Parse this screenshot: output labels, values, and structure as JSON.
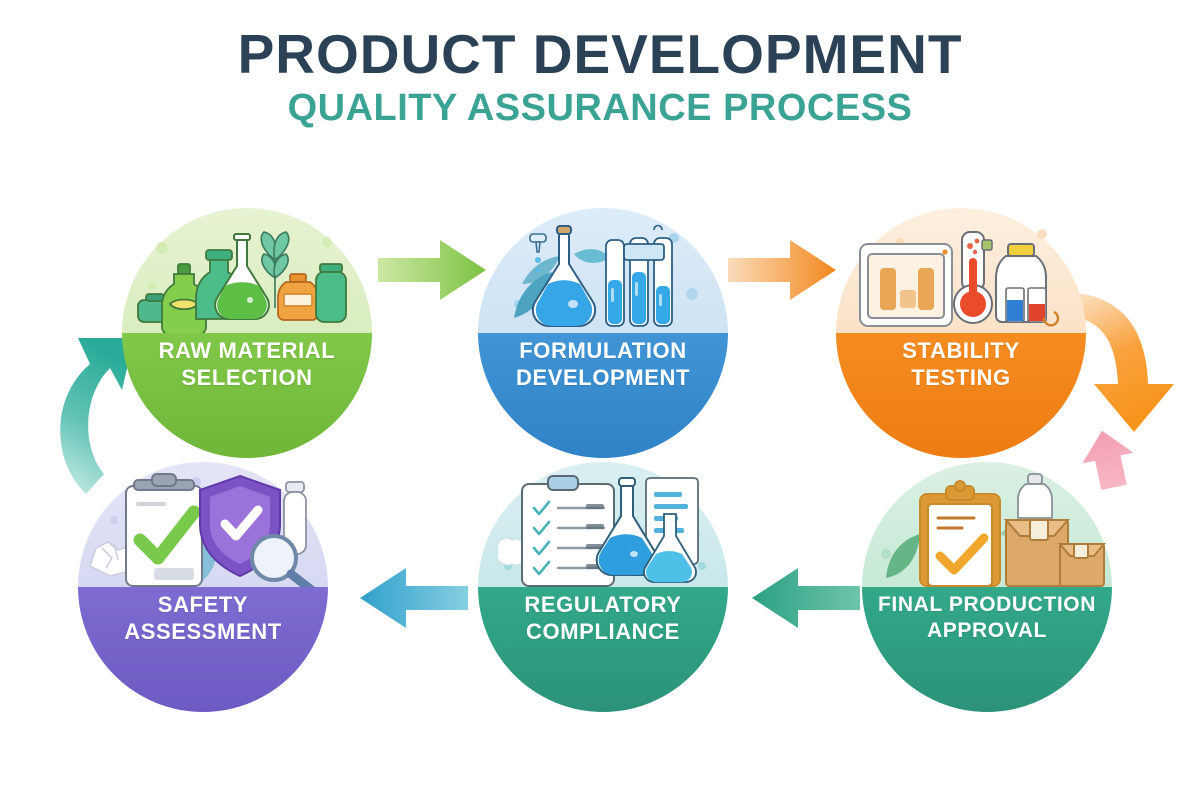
{
  "header": {
    "title": "PRODUCT DEVELOPMENT",
    "subtitle": "QUALITY ASSURANCE PROCESS",
    "title_color": "#2b4256",
    "subtitle_color": "#3aa394"
  },
  "stages": [
    {
      "id": "raw-material-selection",
      "order": 1,
      "label_line1": "RAW MATERIAL",
      "label_line2": "SELECTION",
      "band_color": "#7cc242",
      "band_color_dark": "#6ab235",
      "art_bg_top": "#e4f2cd",
      "art_bg_bottom": "#d6ebbe",
      "art": "raw-material-illustration"
    },
    {
      "id": "formulation-development",
      "order": 2,
      "label_line1": "FORMULATION",
      "label_line2": "DEVELOPMENT",
      "band_color": "#3d92d4",
      "band_color_dark": "#2f83c6",
      "art_bg_top": "#dcecf8",
      "art_bg_bottom": "#cde3f4",
      "art": "formulation-illustration"
    },
    {
      "id": "stability-testing",
      "order": 3,
      "label_line1": "STABILITY",
      "label_line2": "TESTING",
      "band_color": "#f2871e",
      "band_color_dark": "#e87a12",
      "art_bg_top": "#fdeedd",
      "art_bg_bottom": "#fbe1c6",
      "art": "stability-illustration"
    },
    {
      "id": "final-production-approval",
      "order": 4,
      "label_line1": "FINAL PRODUCTION",
      "label_line2": "APPROVAL",
      "band_color": "#31a387",
      "band_color_dark": "#2a927a",
      "art_bg_top": "#d7f0e1",
      "art_bg_bottom": "#c7e9d6",
      "art": "final-production-illustration"
    },
    {
      "id": "regulatory-compliance",
      "order": 5,
      "label_line1": "REGULATORY",
      "label_line2": "COMPLIANCE",
      "band_color": "#31a387",
      "band_color_dark": "#2a927a",
      "art_bg_top": "#d8eef0",
      "art_bg_bottom": "#c8e7ea",
      "art": "regulatory-illustration"
    },
    {
      "id": "safety-assessment",
      "order": 6,
      "label_line1": "SAFETY",
      "label_line2": "ASSESSMENT",
      "band_color": "#7b68cd",
      "band_color_dark": "#6b58c0",
      "art_bg_top": "#e2e3f6",
      "art_bg_bottom": "#d5d8f1",
      "art": "safety-illustration"
    }
  ],
  "arrows": [
    {
      "id": "arrow-raw-to-formulation",
      "direction": "right",
      "color_from": "#c8e49a",
      "color_to": "#7cc242"
    },
    {
      "id": "arrow-formulation-to-stability",
      "direction": "right",
      "color_from": "#fad7b0",
      "color_to": "#f2871e"
    },
    {
      "id": "arrow-stability-to-final",
      "direction": "curve-down-right",
      "color_from": "#fce0c2",
      "color_to": "#f7951d"
    },
    {
      "id": "arrow-highlight-final",
      "direction": "up",
      "color_from": "#f7b9c4",
      "color_to": "#f4a7b6"
    },
    {
      "id": "arrow-final-to-regulatory",
      "direction": "left",
      "color_from": "#31a387",
      "color_to": "#57bda2"
    },
    {
      "id": "arrow-regulatory-to-safety",
      "direction": "left",
      "color_from": "#3aa8cf",
      "color_to": "#7cc9de"
    },
    {
      "id": "arrow-safety-to-raw",
      "direction": "curve-up-right",
      "color_from": "#bfe8e0",
      "color_to": "#2fae9b"
    }
  ]
}
